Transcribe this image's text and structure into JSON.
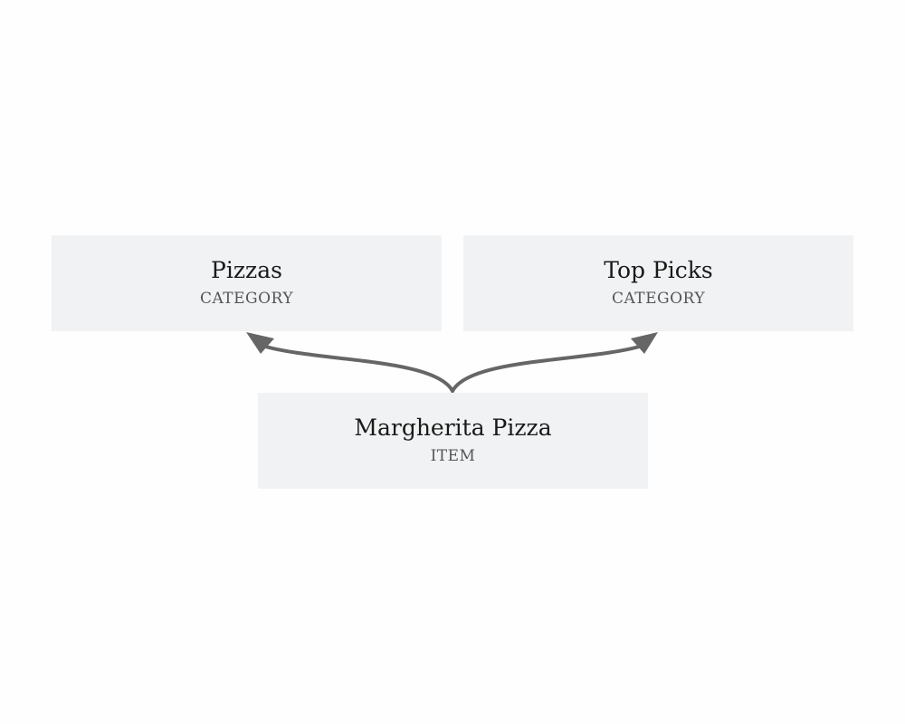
{
  "diagram": {
    "nodes": {
      "pizzas": {
        "title": "Pizzas",
        "type": "CATEGORY"
      },
      "top_picks": {
        "title": "Top Picks",
        "type": "CATEGORY"
      },
      "item": {
        "title": "Margherita Pizza",
        "type": "ITEM"
      }
    },
    "edges": [
      {
        "from": "item",
        "to": "pizzas"
      },
      {
        "from": "item",
        "to": "top_picks"
      }
    ],
    "colors": {
      "node_fill": "#f1f2f3",
      "edge": "#666666",
      "title_text": "#1a1a1a",
      "type_text": "#555555"
    }
  }
}
